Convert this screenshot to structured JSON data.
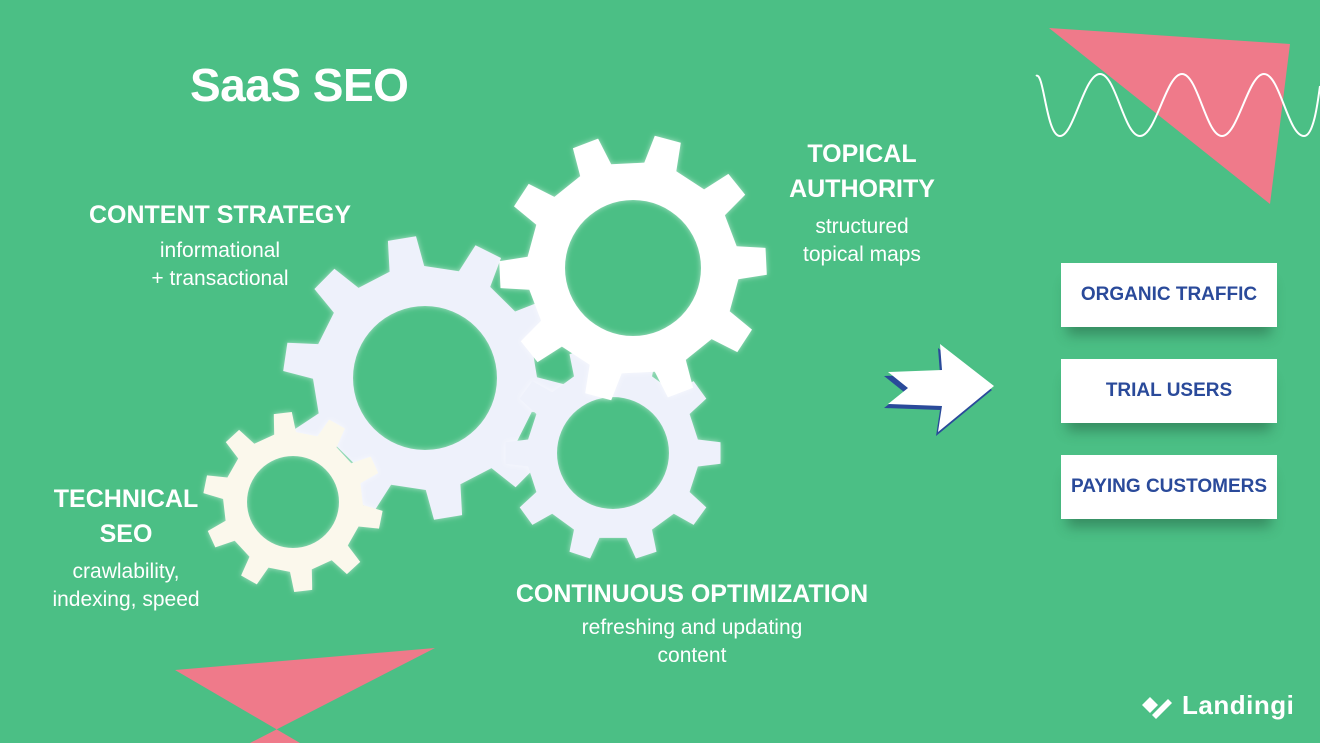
{
  "title": "SaaS SEO",
  "labels": {
    "content_strategy": {
      "heading": "CONTENT STRATEGY",
      "sub_1": "informational",
      "sub_2": "+ transactional"
    },
    "topical_authority": {
      "heading_1": "TOPICAL",
      "heading_2": "AUTHORITY",
      "sub_1": "structured",
      "sub_2": "topical maps"
    },
    "technical_seo": {
      "heading_1": "TECHNICAL",
      "heading_2": "SEO",
      "sub_1": "crawlability,",
      "sub_2": "indexing, speed"
    },
    "continuous_optimization": {
      "heading": "CONTINUOUS OPTIMIZATION",
      "sub_1": "refreshing and updating",
      "sub_2": "content"
    }
  },
  "outcomes": [
    "ORGANIC TRAFFIC",
    "TRIAL USERS",
    "PAYING CUSTOMERS"
  ],
  "logo": {
    "text": "Landingi"
  },
  "colors": {
    "background": "#4bbf85",
    "accent_triangle": "#ef7a8a",
    "box_text": "#2a4a9a",
    "gear_white": "#ffffff",
    "gear_lavender": "#eef1fb",
    "gear_cream": "#fbf8ec"
  }
}
